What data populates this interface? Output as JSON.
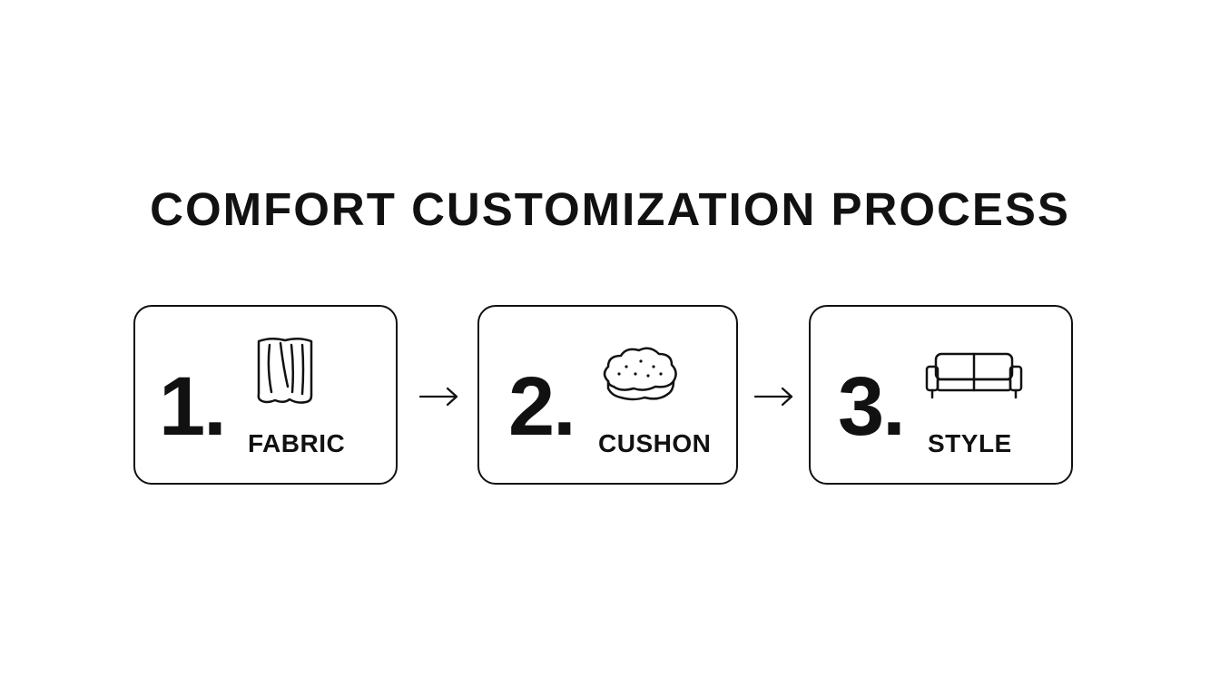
{
  "title": "COMFORT CUSTOMIZATION PROCESS",
  "steps": [
    {
      "number": "1.",
      "label": "FABRIC",
      "icon": "fabric-icon"
    },
    {
      "number": "2.",
      "label": "CUSHON",
      "icon": "cushion-icon"
    },
    {
      "number": "3.",
      "label": "STYLE",
      "icon": "sofa-icon"
    }
  ],
  "colors": {
    "ink": "#111111",
    "background": "#ffffff"
  }
}
